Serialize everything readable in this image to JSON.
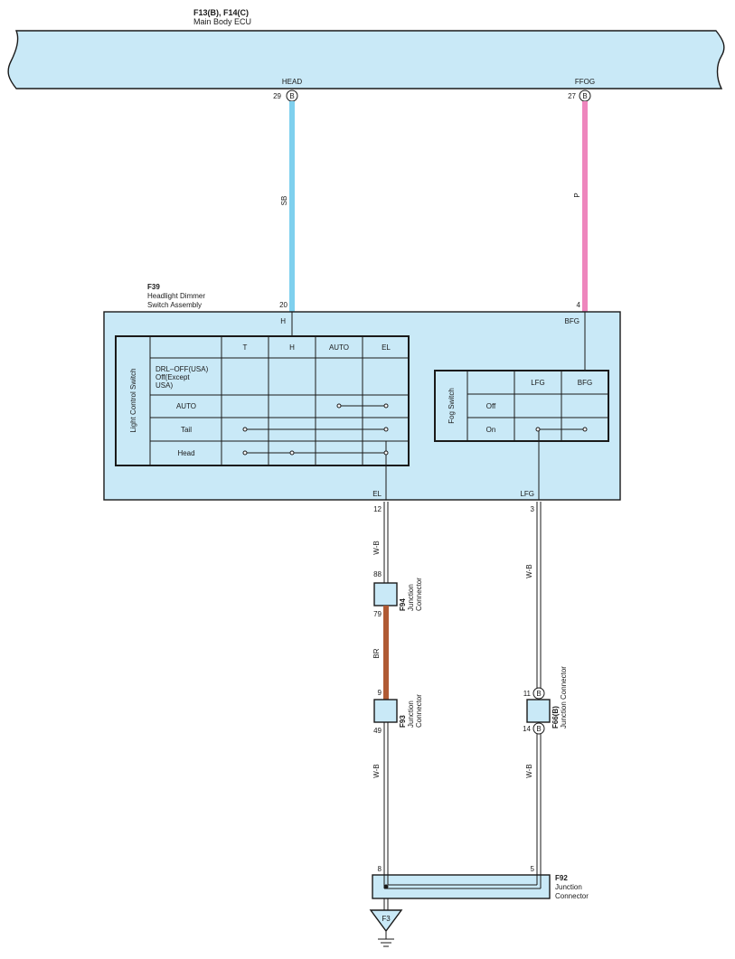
{
  "ecu": {
    "connectors": "F13(B), F14(C)",
    "name": "Main Body ECU",
    "pins": [
      {
        "label": "HEAD",
        "number": "29",
        "conn": "B"
      },
      {
        "label": "FFOG",
        "number": "27",
        "conn": "B"
      }
    ]
  },
  "wires": {
    "head": {
      "color_code": "SB",
      "hex": "#7fd0ee"
    },
    "ffog": {
      "color_code": "P",
      "hex": "#ee86bd"
    },
    "el_upper": {
      "color_code": "W-B"
    },
    "br": {
      "color_code": "BR",
      "hex": "#b05a34"
    },
    "el_lower": {
      "color_code": "W-B"
    },
    "lfg_upper": {
      "color_code": "W-B"
    },
    "lfg_lower": {
      "color_code": "W-B"
    }
  },
  "dimmer": {
    "id": "F39",
    "name_line1": "Headlight Dimmer",
    "name_line2": "Switch Assembly",
    "pin_h_number": "20",
    "pin_h_label": "H",
    "pin_bfg_number": "4",
    "pin_bfg_label": "BFG",
    "pin_el_label": "EL",
    "pin_el_number": "12",
    "pin_lfg_label": "LFG",
    "pin_lfg_number": "3",
    "light_switch": {
      "title": "Light Control Switch",
      "columns": [
        "T",
        "H",
        "AUTO",
        "EL"
      ],
      "rows": [
        {
          "line1": "DRL–OFF(USA)",
          "line2": "Off(Except",
          "line3": "USA)"
        },
        {
          "line1": "AUTO"
        },
        {
          "line1": "Tail"
        },
        {
          "line1": "Head"
        }
      ]
    },
    "fog_switch": {
      "title": "Fog Switch",
      "columns": [
        "LFG",
        "BFG"
      ],
      "rows": [
        "Off",
        "On"
      ]
    }
  },
  "junctions": {
    "f94": {
      "id": "F94",
      "line1": "Junction",
      "line2": "Connector",
      "pin_top": "88",
      "pin_bottom": "79"
    },
    "f93": {
      "id": "F93",
      "line1": "Junction",
      "line2": "Connector",
      "pin_top": "9",
      "pin_bottom": "49"
    },
    "f66": {
      "id": "F66(B)",
      "name": "Junction Connector",
      "pin_top": "11",
      "pin_bottom": "14",
      "conn": "B"
    },
    "f92": {
      "id": "F92",
      "line1": "Junction",
      "line2": "Connector",
      "pin_left": "8",
      "pin_right": "5"
    }
  },
  "ground": {
    "id": "F3"
  }
}
